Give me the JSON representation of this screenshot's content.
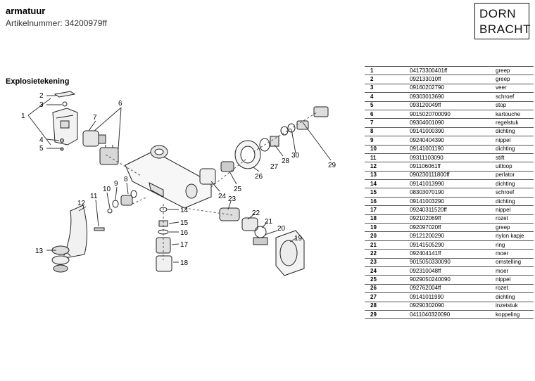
{
  "header": {
    "title": "armatuur",
    "article_label": "Artikelnummer: 34200979ff"
  },
  "logo": {
    "line1": "DORN",
    "line2": "BRACHT"
  },
  "section_title": "Explosietekening",
  "diagram_labels": [
    "1",
    "2",
    "3",
    "4",
    "5",
    "6",
    "7",
    "8",
    "9",
    "10",
    "11",
    "12",
    "13",
    "14",
    "15",
    "16",
    "17",
    "18",
    "19",
    "20",
    "21",
    "22",
    "23",
    "24",
    "25",
    "26",
    "27",
    "28",
    "29",
    "30"
  ],
  "parts": [
    {
      "no": "1",
      "code": "04173300401ff",
      "desc": "greep"
    },
    {
      "no": "2",
      "code": "092133010ff",
      "desc": "greep"
    },
    {
      "no": "3",
      "code": "09160202790",
      "desc": "veer"
    },
    {
      "no": "4",
      "code": "09303013690",
      "desc": "schroef"
    },
    {
      "no": "5",
      "code": "093120049ff",
      "desc": "stop"
    },
    {
      "no": "6",
      "code": "9015020700090",
      "desc": "kartouche"
    },
    {
      "no": "7",
      "code": "09304001090",
      "desc": "regelstuk"
    },
    {
      "no": "8",
      "code": "09141000390",
      "desc": "dichting"
    },
    {
      "no": "9",
      "code": "09240404390",
      "desc": "nippel"
    },
    {
      "no": "10",
      "code": "09141001190",
      "desc": "dichting"
    },
    {
      "no": "11",
      "code": "09311103090",
      "desc": "stift"
    },
    {
      "no": "12",
      "code": "091106061ff",
      "desc": "uitloop"
    },
    {
      "no": "13",
      "code": "090230111800ff",
      "desc": "perlator"
    },
    {
      "no": "14",
      "code": "09141013990",
      "desc": "dichting"
    },
    {
      "no": "15",
      "code": "08303070190",
      "desc": "schroef"
    },
    {
      "no": "16",
      "code": "09141003290",
      "desc": "dichting"
    },
    {
      "no": "17",
      "code": "09240311520ff",
      "desc": "nippel"
    },
    {
      "no": "18",
      "code": "092102069ff",
      "desc": "rozet"
    },
    {
      "no": "19",
      "code": "092097020ff",
      "desc": "greep"
    },
    {
      "no": "20",
      "code": "09121200290",
      "desc": "nylon kapje"
    },
    {
      "no": "21",
      "code": "09141505290",
      "desc": "ring"
    },
    {
      "no": "22",
      "code": "092404141ff",
      "desc": "moer"
    },
    {
      "no": "23",
      "code": "9015050330090",
      "desc": "omstelling"
    },
    {
      "no": "24",
      "code": "092310048ff",
      "desc": "moer"
    },
    {
      "no": "25",
      "code": "9029050240090",
      "desc": "nippel"
    },
    {
      "no": "26",
      "code": "092762004ff",
      "desc": "rozet"
    },
    {
      "no": "27",
      "code": "09141011990",
      "desc": "dichting"
    },
    {
      "no": "28",
      "code": "09290302090",
      "desc": "inzetstuk"
    },
    {
      "no": "29",
      "code": "0411040320090",
      "desc": "koppeling"
    }
  ]
}
